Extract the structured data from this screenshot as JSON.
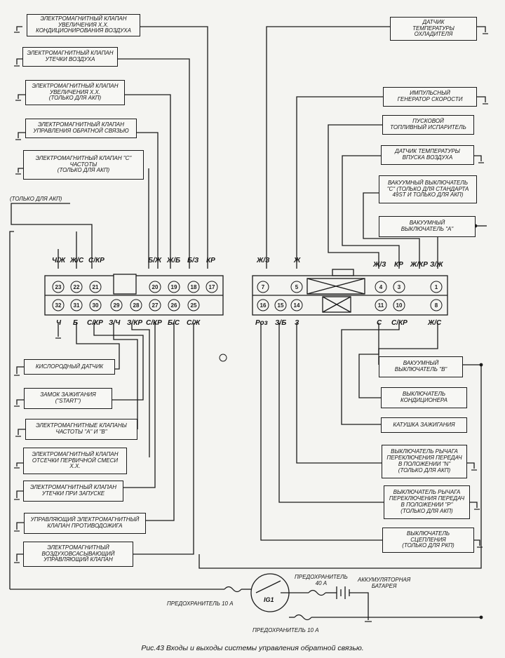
{
  "left_boxes": [
    "ЭЛЕКТРОМАГНИТНЫЙ КЛАПАН\nУВЕЛИЧЕНИЯ Х.Х.\nКОНДИЦИОНИРОВАНИЯ ВОЗДУХА",
    "ЭЛЕКТРОМАГНИТНЫЙ КЛАПАН\nУТЕЧКИ ВОЗДУХА",
    "ЭЛЕКТРОМАГНИТНЫЙ КЛАПАН\nУВЕЛИЧЕНИЯ Х.Х.\n(ТОЛЬКО ДЛЯ АКП)",
    "ЭЛЕКТРОМАГНИТНЫЙ КЛАПАН\nУПРАВЛЕНИЯ ОБРАТНОЙ СВЯЗЬЮ",
    "ЭЛЕКТРОМАГНИТНЫЙ КЛАПАН \"С\"\nЧАСТОТЫ\n(ТОЛЬКО ДЛЯ АКП)"
  ],
  "left_lower_boxes": [
    "КИСЛОРОДНЫЙ ДАТЧИК",
    "ЗАМОК ЗАЖИГАНИЯ\n(\"START\")",
    "ЭЛЕКТРОМАГНИТНЫЕ КЛАПАНЫ\nЧАСТОТЫ \"А\" И \"В\"",
    "ЭЛЕКТРОМАГНИТНЫЙ КЛАПАН\nОТСЕЧКИ ПЕРВИЧНОЙ СМЕСИ\nХ.Х.",
    "ЭЛЕКТРОМАГНИТНЫЙ КЛАПАН\nУТЕЧКИ ПРИ ЗАПУСКЕ",
    "УПРАВЛЯЮЩИЙ ЭЛЕКТРОМАГНИТНЫЙ\nКЛАПАН ПРОТИВОДОЖИГА",
    "ЭЛЕКТРОМАГНИТНЫЙ\nВОЗДУХОВСАСЫВАЮЩИЙ\nУПРАВЛЯЮЩИЙ КЛАПАН"
  ],
  "right_boxes": [
    "ДАТЧИК\nТЕМПЕРАТУРЫ\nОХЛАДИТЕЛЯ",
    "ИМПУЛЬСНЫЙ\nГЕНЕРАТОР СКОРОСТИ",
    "ПУСКОВОЙ\nТОПЛИВНЫЙ ИСПАРИТЕЛЬ",
    "ДАТЧИК ТЕМПЕРАТУРЫ\nВПУСКА ВОЗДУХА",
    "ВАКУУМНЫЙ ВЫКЛЮЧАТЕЛЬ\n\"С\" (ТОЛЬКО ДЛЯ СТАНДАРТА\n49ST И ТОЛЬКО ДЛЯ АКП)",
    "ВАКУУМНЫЙ\nВЫКЛЮЧАТЕЛЬ \"А\""
  ],
  "right_lower_boxes": [
    "ВАКУУМНЫЙ\nВЫКЛЮЧАТЕЛЬ \"В\"",
    "ВЫКЛЮЧАТЕЛЬ\nКОНДИЦИОНЕРА",
    "КАТУШКА ЗАЖИГАНИЯ",
    "ВЫКЛЮЧАТЕЛЬ РЫЧАГА\nПЕРЕКЛЮЧЕНИЯ ПЕРЕДАЧ\nВ ПОЛОЖЕНИИ \"N\"\n(ТОЛЬКО ДЛЯ АКП)",
    "ВЫКЛЮЧАТЕЛЬ РЫЧАГА\nПЕРЕКЛЮЧЕНИЯ ПЕРЕДАЧ\nВ ПОЛОЖЕНИИ \"Р\"\n(ТОЛЬКО ДЛЯ АКП)",
    "ВЫКЛЮЧАТЕЛЬ\nСЦЕПЛЕНИЯ\n(ТОЛЬКО ДЛЯ РКП)"
  ],
  "akp_note": "(ТОЛЬКО ДЛЯ АКП)",
  "left_conn_top_labels": [
    "Ч/Ж",
    "Ж/С",
    "С/КР",
    "Б/Ж",
    "Ж/Б",
    "Б/З",
    "КР"
  ],
  "left_conn_bottom_labels": [
    "Ч",
    "Б",
    "С/КР",
    "З/Ч",
    "З/КР",
    "С/КР",
    "Б/С",
    "С/Ж"
  ],
  "left_conn_top_pins": [
    "23",
    "22",
    "21",
    "20",
    "19",
    "18",
    "17"
  ],
  "left_conn_bottom_pins": [
    "32",
    "31",
    "30",
    "29",
    "28",
    "27",
    "26",
    "25"
  ],
  "right_conn_top_labels": [
    "Ж/З",
    "Ж",
    "Ж/З",
    "КР",
    "Ж/КР",
    "З/Ж"
  ],
  "right_conn_bottom_labels": [
    "Роз",
    "З/Б",
    "З",
    "С",
    "С/КР",
    "Ж/С"
  ],
  "right_conn_top_pins": [
    "7",
    "5",
    "4",
    "3",
    "1"
  ],
  "right_conn_bottom_pins": [
    "16",
    "15",
    "14",
    "11",
    "10",
    "8"
  ],
  "power": {
    "fuse_40": "ПРЕДОХРАНИТЕЛЬ\n40 A",
    "battery": "АККУМУЛЯТОРНАЯ\nБАТАРЕЯ",
    "ig1": "IG1",
    "fuse_10_a": "ПРЕДОХРАНИТЕЛЬ 10 A",
    "fuse_10_b": "ПРЕДОХРАНИТЕЛЬ 10 A"
  },
  "caption": "Рис.43  Входы и выходы системы управления обратной связью."
}
